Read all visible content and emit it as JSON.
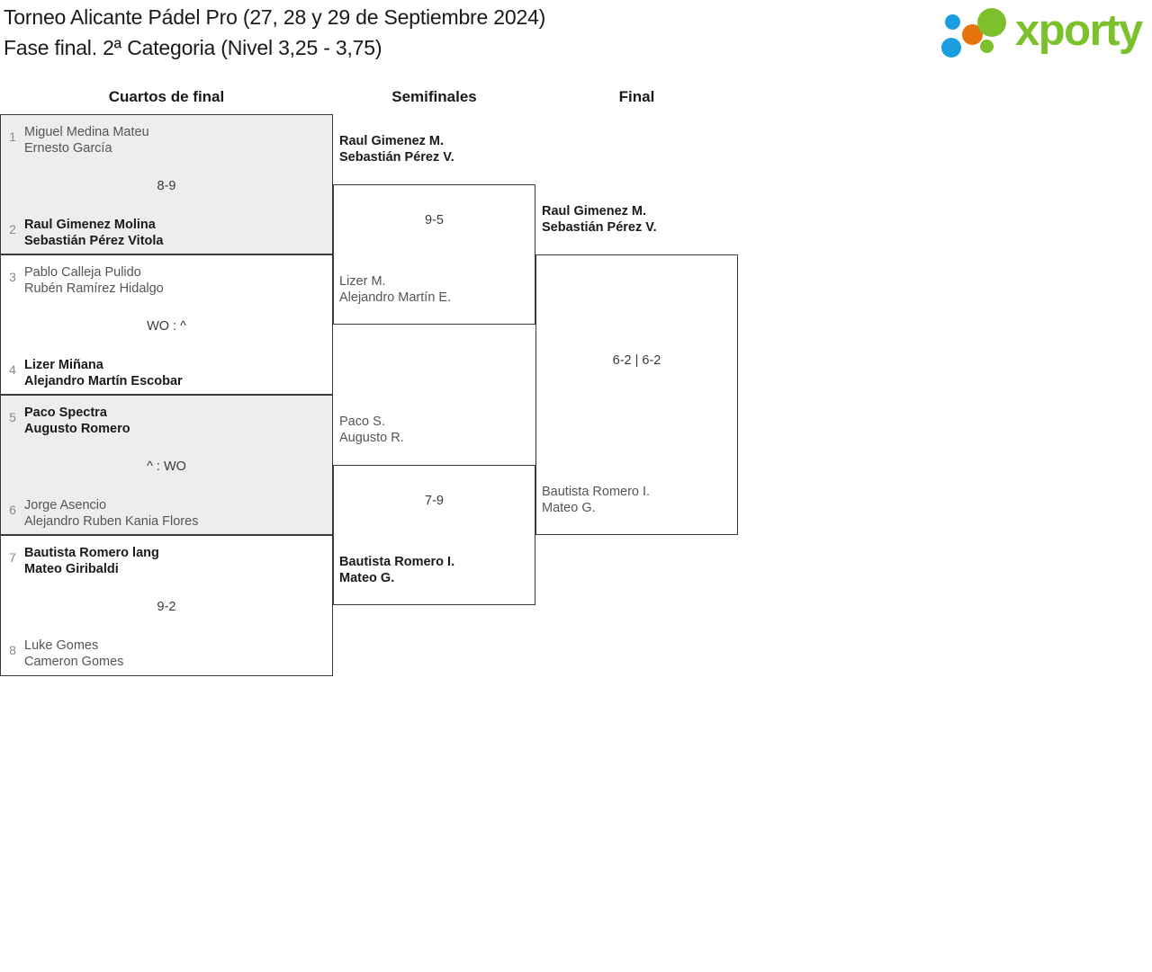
{
  "header": {
    "title_line1": "Torneo Alicante Pádel Pro (27, 28 y 29 de Septiembre 2024)",
    "title_line2": "Fase final. 2ª Categoria (Nivel 3,25 - 3,75)",
    "logo_text": "xporty",
    "logo_colors": {
      "green": "#7cc12c",
      "blue": "#1b9ee0",
      "orange": "#e8720c"
    }
  },
  "rounds": {
    "quarterfinals_label": "Cuartos de final",
    "semifinals_label": "Semifinales",
    "final_label": "Final"
  },
  "bracket": {
    "quarterfinals": [
      {
        "seed_top": "1",
        "top_p1": "Miguel Medina Mateu",
        "top_p2": "Ernesto García",
        "top_result": "loser",
        "score": "8-9",
        "seed_bottom": "2",
        "bottom_p1": "Raul Gimenez Molina",
        "bottom_p2": "Sebastián Pérez Vitola",
        "bottom_result": "winner"
      },
      {
        "seed_top": "3",
        "top_p1": "Pablo Calleja Pulido",
        "top_p2": "Rubén Ramírez Hidalgo",
        "top_result": "loser",
        "score": "WO : ^",
        "seed_bottom": "4",
        "bottom_p1": "Lizer Miñana",
        "bottom_p2": "Alejandro Martín Escobar",
        "bottom_result": "winner"
      },
      {
        "seed_top": "5",
        "top_p1": "Paco Spectra",
        "top_p2": "Augusto Romero",
        "top_result": "winner",
        "score": "^ : WO",
        "seed_bottom": "6",
        "bottom_p1": "Jorge Asencio",
        "bottom_p2": "Alejandro Ruben Kania Flores",
        "bottom_result": "loser"
      },
      {
        "seed_top": "7",
        "top_p1": "Bautista Romero lang",
        "top_p2": "Mateo Giribaldi",
        "top_result": "winner",
        "score": "9-2",
        "seed_bottom": "8",
        "bottom_p1": "Luke Gomes",
        "bottom_p2": "Cameron Gomes",
        "bottom_result": "loser"
      }
    ],
    "semifinals": [
      {
        "top_p1": "Raul Gimenez M.",
        "top_p2": "Sebastián Pérez V.",
        "top_result": "winner",
        "score": "9-5",
        "bottom_p1": "Lizer M.",
        "bottom_p2": "Alejandro Martín E.",
        "bottom_result": "loser"
      },
      {
        "top_p1": "Paco S.",
        "top_p2": "Augusto R.",
        "top_result": "loser",
        "score": "7-9",
        "bottom_p1": "Bautista Romero I.",
        "bottom_p2": "Mateo G.",
        "bottom_result": "winner"
      }
    ],
    "final": [
      {
        "top_p1": "Raul Gimenez M.",
        "top_p2": "Sebastián Pérez V.",
        "top_result": "winner",
        "score": "6-2 | 6-2",
        "bottom_p1": "Bautista Romero I.",
        "bottom_p2": "Mateo G.",
        "bottom_result": "loser"
      }
    ]
  }
}
